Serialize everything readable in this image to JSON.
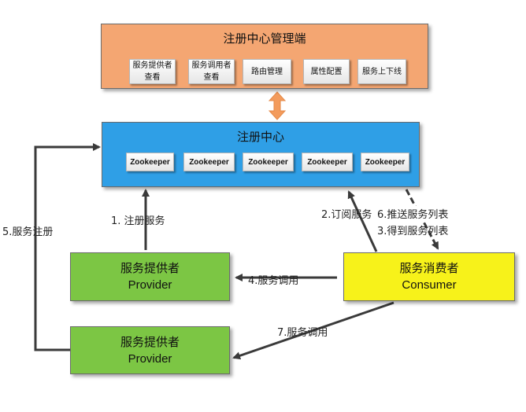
{
  "admin": {
    "title": "注册中心管理端",
    "color": "#f4a672",
    "items": [
      "服务提供者查看",
      "服务调用者查看",
      "路由管理",
      "属性配置",
      "服务上下线"
    ]
  },
  "registry": {
    "title": "注册中心",
    "color": "#2f9fe6",
    "nodes": [
      "Zookeeper",
      "Zookeeper",
      "Zookeeper",
      "Zookeeper",
      "Zookeeper"
    ]
  },
  "provider1": {
    "name": "服务提供者",
    "sub": "Provider",
    "color": "#7cc644"
  },
  "provider2": {
    "name": "服务提供者",
    "sub": "Provider",
    "color": "#7cc644"
  },
  "consumer": {
    "name": "服务消费者",
    "sub": "Consumer",
    "color": "#f7f21a"
  },
  "edges": {
    "register": "1. 注册服务",
    "subscribe": "2.订阅服务",
    "get_list": "3.得到服务列表",
    "invoke1": "4.服务调用",
    "register2": "5.服务注册",
    "push_list": "6.推送服务列表",
    "invoke2": "7.服务调用"
  }
}
